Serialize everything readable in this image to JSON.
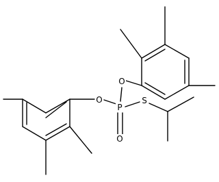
{
  "molecule": {
    "atoms": {
      "phosphorus": "P",
      "ester_oxygen_upper": "O",
      "ester_oxygen_left": "O",
      "phosphoryl_oxygen": "O",
      "sulfur": "S"
    }
  }
}
